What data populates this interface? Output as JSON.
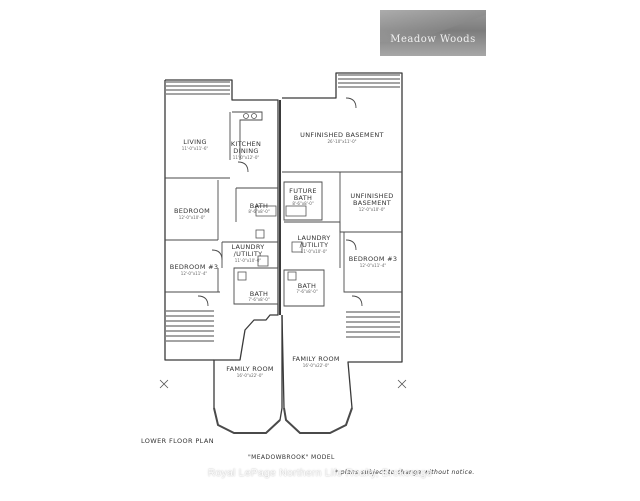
{
  "brand": {
    "name": "Meadow Woods"
  },
  "rooms": {
    "living": {
      "name": "LIVING",
      "dim": "11'-0\"x11'-6\""
    },
    "kitchen": {
      "name": "KITCHEN",
      "sub": "DINING",
      "dim": "11'-0\"x12'-0\""
    },
    "unfinished_basement_top": {
      "name": "UNFINISHED BASEMENT",
      "dim": "26'-10\"x11'-0\""
    },
    "bedroom_left": {
      "name": "BEDROOM",
      "dim": "12'-0\"x10'-0\""
    },
    "bath_left": {
      "name": "BATH",
      "dim": "8'-6\"x8'-0\""
    },
    "future_bath": {
      "name": "FUTURE",
      "sub": "BATH",
      "dim": "8'-6\"x8'-0\""
    },
    "unfinished_basement_right": {
      "name": "UNFINISHED",
      "sub": "BASEMENT",
      "dim": "12'-0\"x10'-0\""
    },
    "laundry_left": {
      "name": "LAUNDRY",
      "sub": "/UTILITY",
      "dim": "11'-0\"x10'-0\""
    },
    "laundry_right": {
      "name": "LAUNDRY",
      "sub": "/UTILITY",
      "dim": "11'-0\"x10'-0\""
    },
    "bedroom3_left": {
      "name": "BEDROOM #3",
      "dim": "12'-0\"x11'-4\""
    },
    "bedroom3_right": {
      "name": "BEDROOM #3",
      "dim": "12'-0\"x11'-4\""
    },
    "bath_left_lower": {
      "name": "BATH",
      "dim": "7'-6\"x8'-0\""
    },
    "bath_right_lower": {
      "name": "BATH",
      "dim": "7'-6\"x8'-0\""
    },
    "family_left": {
      "name": "FAMILY ROOM",
      "dim": "16'-0\"x22'-0\""
    },
    "family_right": {
      "name": "FAMILY ROOM",
      "dim": "16'-0\"x22'-0\""
    }
  },
  "captions": {
    "plan_title": "LOWER FLOOR PLAN",
    "model": "\"MEADOWBROOK\" MODEL",
    "notice": "* plans subject to change without notice."
  },
  "watermark": "Royal LePage Northern Life Realty, Brokerage",
  "colors": {
    "line": "#3a3a3a",
    "paper": "#ffffff",
    "brand_bg": "#8c8c8c"
  }
}
